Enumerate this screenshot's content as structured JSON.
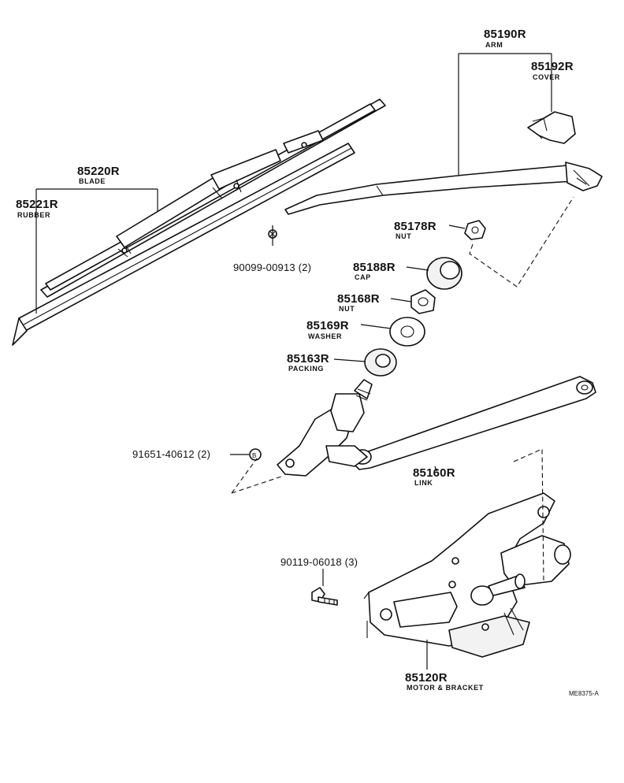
{
  "parts": {
    "arm": {
      "number": "85190R",
      "name": "ARM"
    },
    "cover": {
      "number": "85192R",
      "name": "COVER"
    },
    "blade": {
      "number": "85220R",
      "name": "BLADE"
    },
    "rubber": {
      "number": "85221R",
      "name": "RUBBER"
    },
    "nut_top": {
      "number": "85178R",
      "name": "NUT"
    },
    "cap": {
      "number": "85188R",
      "name": "CAP"
    },
    "nut_mid": {
      "number": "85168R",
      "name": "NUT"
    },
    "washer": {
      "number": "85169R",
      "name": "WASHER"
    },
    "packing": {
      "number": "85163R",
      "name": "PACKING"
    },
    "link": {
      "number": "85160R",
      "name": "LINK"
    },
    "motor": {
      "number": "85120R",
      "name": "MOTOR & BRACKET"
    }
  },
  "fasteners": {
    "screw_small": "90099-00913 (2)",
    "nut_b": "91651-40612 (2)",
    "bolt": "90119-06018 (3)"
  },
  "marker_b": "B",
  "drawing_code": "ME8375-A"
}
